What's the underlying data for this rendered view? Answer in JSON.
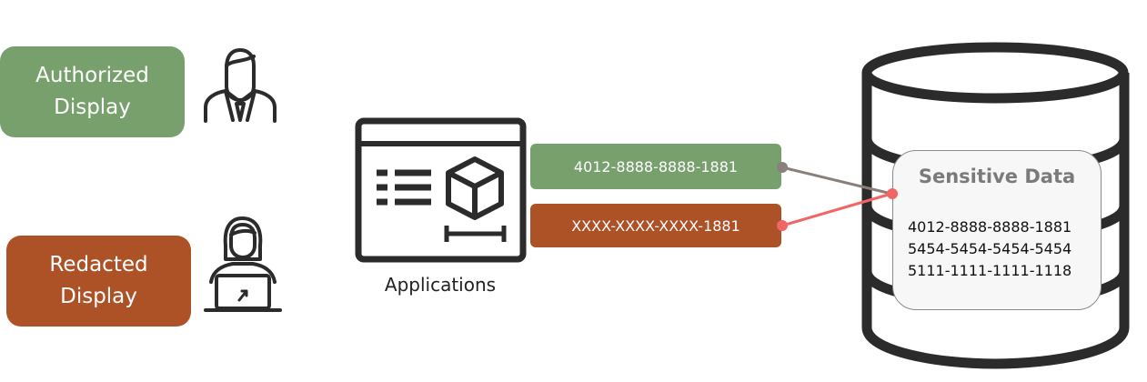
{
  "roles": {
    "authorized": {
      "line1": "Authorized",
      "line2": "Display",
      "color": "#77a06d"
    },
    "redacted": {
      "line1": "Redacted",
      "line2": "Display",
      "color": "#ad5127"
    }
  },
  "applications": {
    "label": "Applications"
  },
  "displays": {
    "authorized_value": "4012-8888-8888-1881",
    "redacted_value": "XXXX-XXXX-XXXX-1881"
  },
  "database": {
    "title": "Sensitive Data",
    "rows": [
      "4012-8888-8888-1881",
      "5454-5454-5454-5454",
      "5111-1111-1111-1118"
    ]
  },
  "icons": [
    "authorized-user-icon",
    "redacted-user-laptop-icon",
    "application-window-icon",
    "database-cylinder-icon"
  ],
  "colors": {
    "connector_authorized": "#8b7f7b",
    "connector_redacted": "#f26565",
    "icon_stroke": "#2b2b2b"
  }
}
